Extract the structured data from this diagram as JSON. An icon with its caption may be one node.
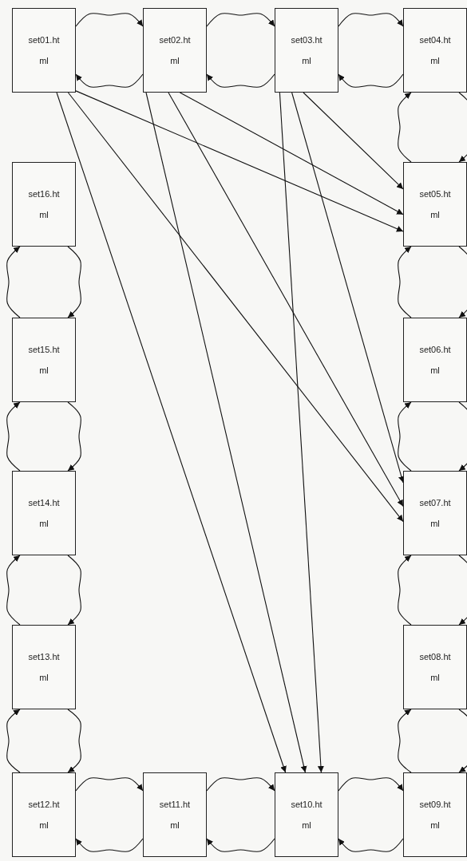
{
  "diagram": {
    "nodes": [
      {
        "text": [
          "set01.html"
        ]
      },
      {
        "text": [
          "set02.html"
        ]
      },
      {
        "text": [
          "set03.html"
        ]
      },
      {
        "text": [
          "set04.html"
        ]
      },
      {
        "text": [
          "set05.html"
        ]
      },
      {
        "text": [
          "set06.html"
        ]
      },
      {
        "text": [
          "set07.html"
        ]
      },
      {
        "text": [
          "set08.html"
        ]
      },
      {
        "text": [
          "set09.html"
        ]
      },
      {
        "text": [
          "set10.html"
        ]
      },
      {
        "text": [
          "set11.html"
        ]
      },
      {
        "text": [
          "set12.html"
        ]
      },
      {
        "text": [
          "set13.html"
        ]
      },
      {
        "text": [
          "set14.html"
        ]
      },
      {
        "text": [
          "set15.html"
        ]
      },
      {
        "text": [
          "set16.html"
        ]
      }
    ],
    "edges": [
      {
        "from": 0,
        "to": 1,
        "arrow": "to"
      },
      {
        "from": 1,
        "to": 0,
        "arrow": "to"
      },
      {
        "from": 1,
        "to": 2,
        "arrow": "to"
      },
      {
        "from": 2,
        "to": 1,
        "arrow": "to"
      },
      {
        "from": 2,
        "to": 3,
        "arrow": "to"
      },
      {
        "from": 3,
        "to": 2,
        "arrow": "to"
      },
      {
        "from": 3,
        "to": 4,
        "arrow": "to"
      },
      {
        "from": 4,
        "to": 3,
        "arrow": "to"
      },
      {
        "from": 4,
        "to": 5,
        "arrow": "to"
      },
      {
        "from": 5,
        "to": 4,
        "arrow": "to"
      },
      {
        "from": 5,
        "to": 6,
        "arrow": "to"
      },
      {
        "from": 6,
        "to": 5,
        "arrow": "to"
      },
      {
        "from": 6,
        "to": 7,
        "arrow": "to"
      },
      {
        "from": 7,
        "to": 6,
        "arrow": "to"
      },
      {
        "from": 7,
        "to": 8,
        "arrow": "to"
      },
      {
        "from": 8,
        "to": 7,
        "arrow": "to"
      },
      {
        "from": 8,
        "to": 9,
        "arrow": "to"
      },
      {
        "from": 9,
        "to": 8,
        "arrow": "to"
      },
      {
        "from": 9,
        "to": 10,
        "arrow": "to"
      },
      {
        "from": 10,
        "to": 9,
        "arrow": "to"
      },
      {
        "from": 10,
        "to": 11,
        "arrow": "to"
      },
      {
        "from": 11,
        "to": 10,
        "arrow": "to"
      },
      {
        "from": 11,
        "to": 12,
        "arrow": "to"
      },
      {
        "from": 12,
        "to": 11,
        "arrow": "to"
      },
      {
        "from": 12,
        "to": 13,
        "arrow": "to"
      },
      {
        "from": 13,
        "to": 12,
        "arrow": "to"
      },
      {
        "from": 13,
        "to": 14,
        "arrow": "to"
      },
      {
        "from": 14,
        "to": 13,
        "arrow": "to"
      },
      {
        "from": 14,
        "to": 15,
        "arrow": "to"
      },
      {
        "from": 15,
        "to": 14,
        "arrow": "to"
      },
      {
        "from": 0,
        "to": 4,
        "arrow": "to"
      },
      {
        "from": 0,
        "to": 6,
        "arrow": "to"
      },
      {
        "from": 0,
        "to": 9,
        "arrow": "to"
      },
      {
        "from": 1,
        "to": 4,
        "arrow": "to"
      },
      {
        "from": 1,
        "to": 6,
        "arrow": "to"
      },
      {
        "from": 1,
        "to": 9,
        "arrow": "to"
      },
      {
        "from": 2,
        "to": 4,
        "arrow": "to"
      },
      {
        "from": 2,
        "to": 6,
        "arrow": "to"
      },
      {
        "from": 2,
        "to": 9,
        "arrow": "to"
      }
    ]
  }
}
